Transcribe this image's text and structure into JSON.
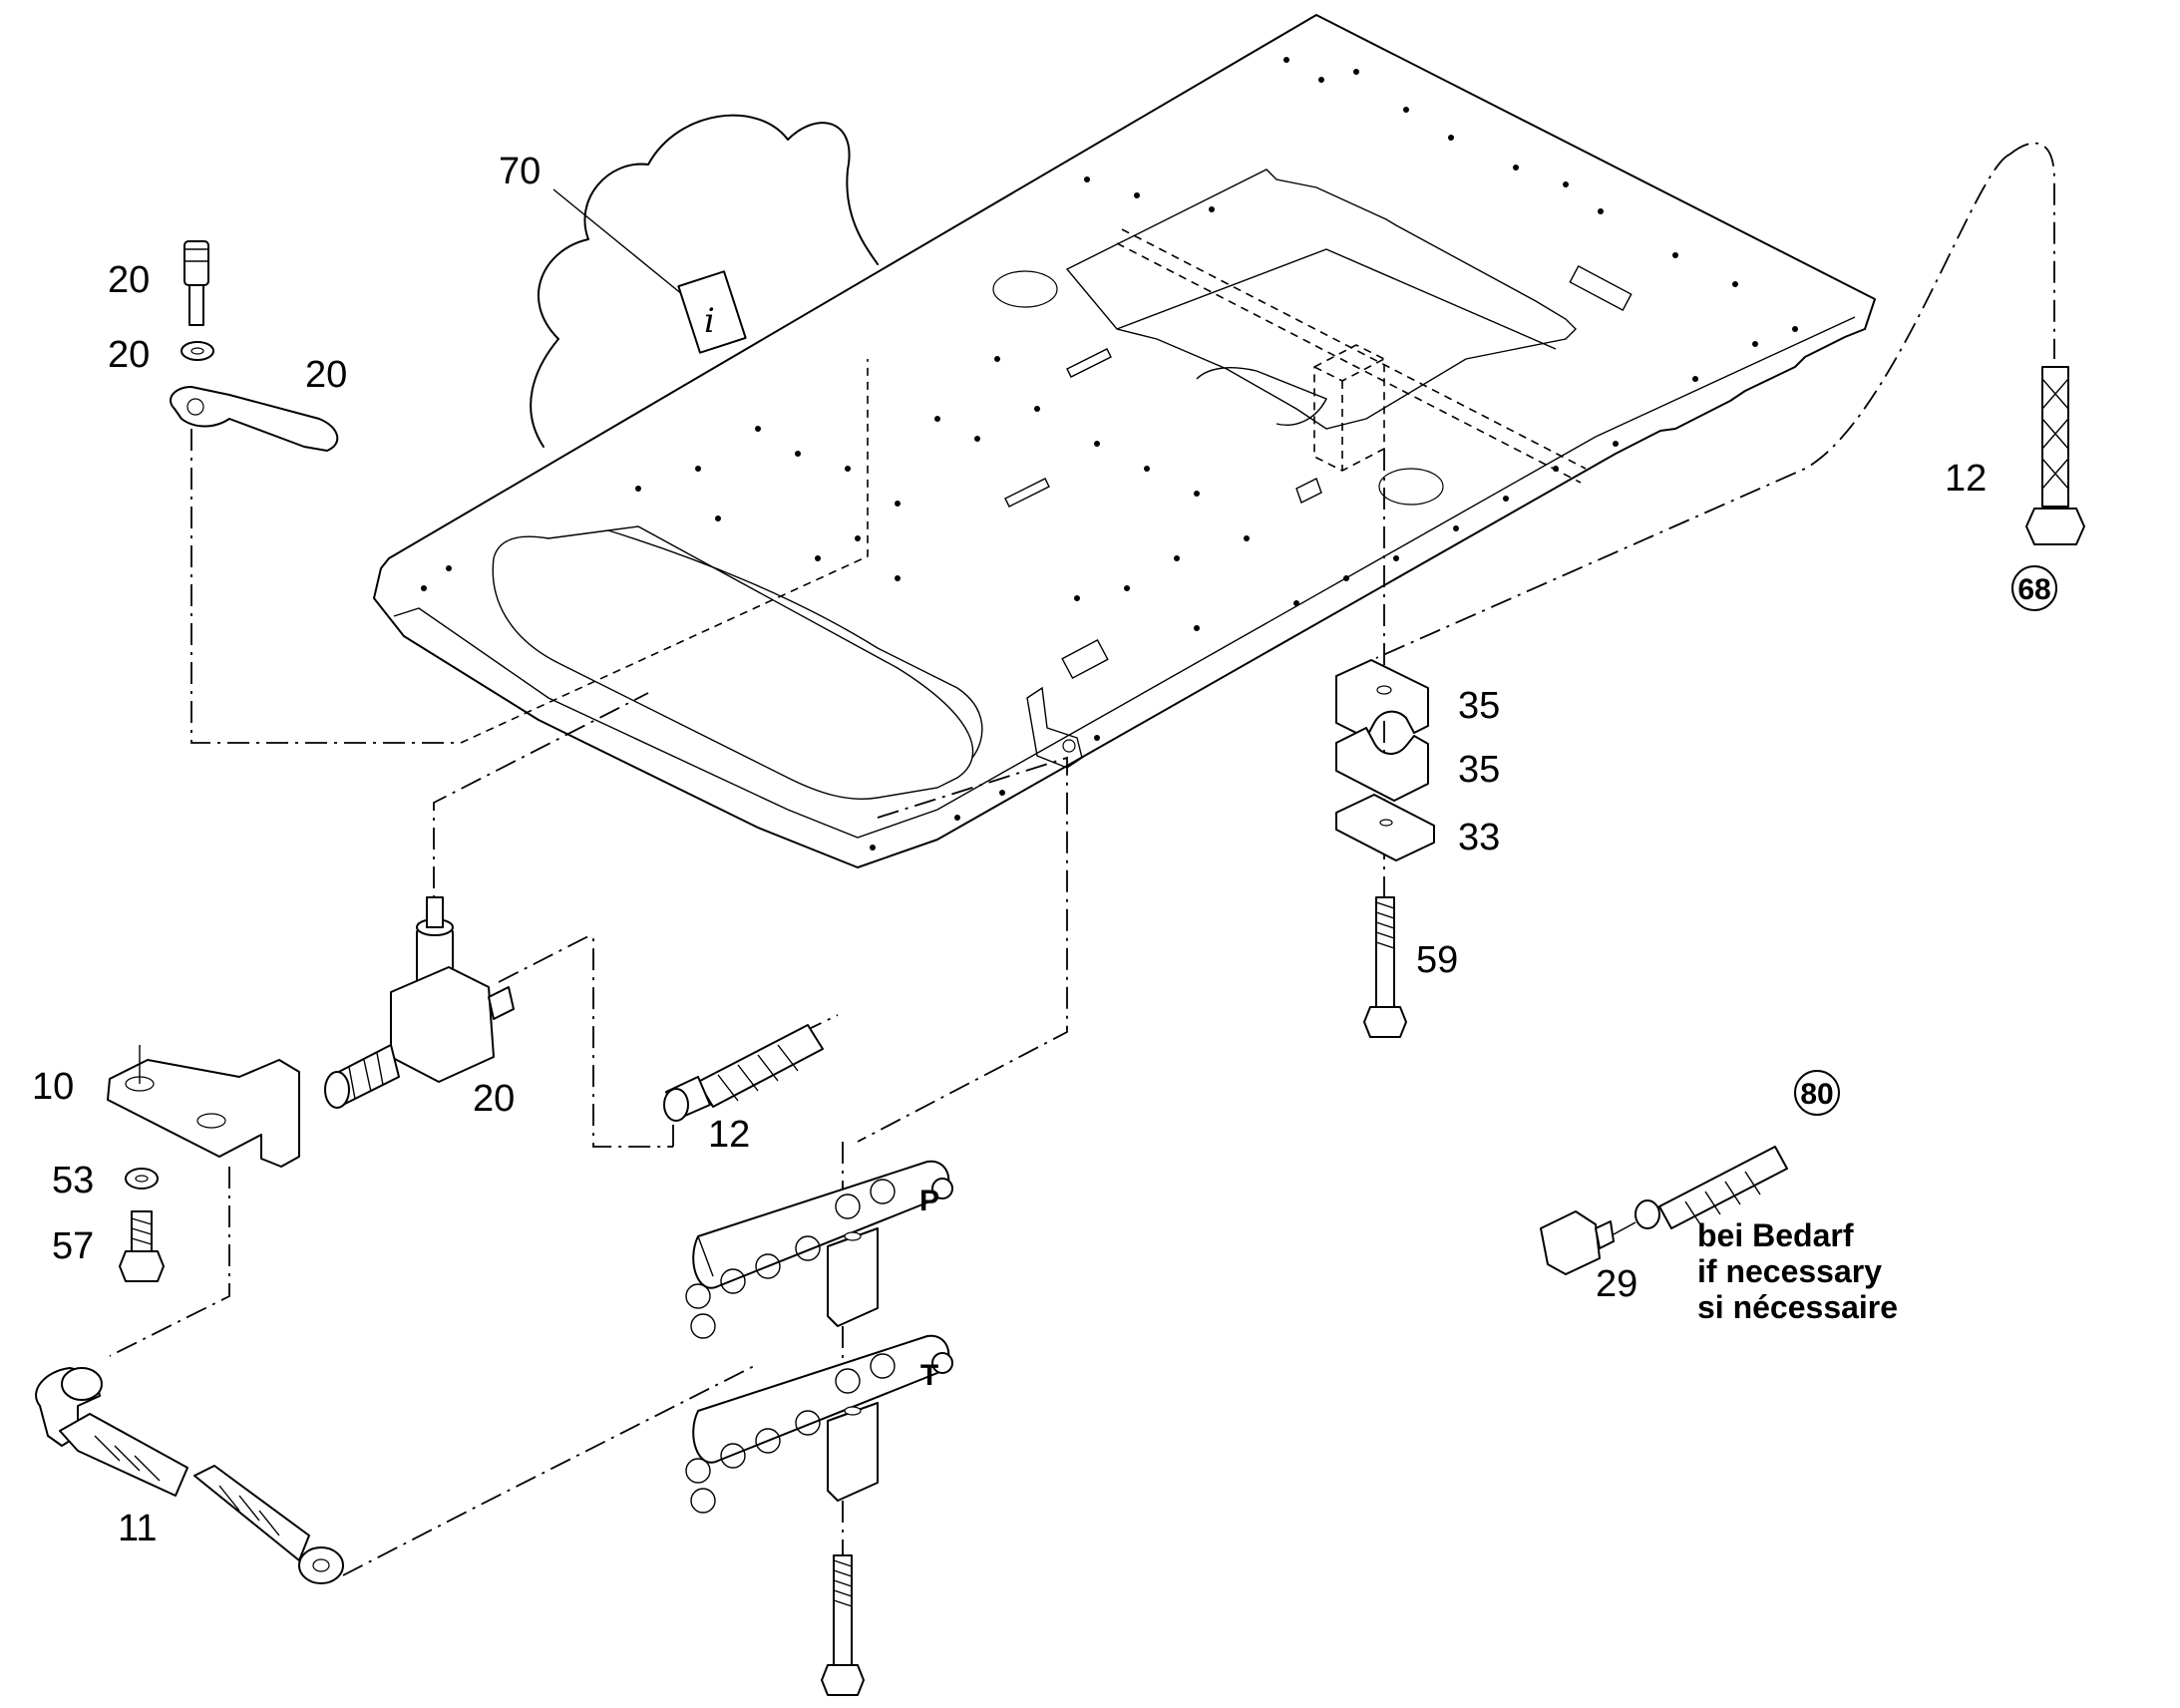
{
  "callouts": {
    "c70": "70",
    "c20_screw": "20",
    "c20_washer": "20",
    "c20_lever": "20",
    "c12_right": "12",
    "c68": "68",
    "c35_upper": "35",
    "c35_lower": "35",
    "c33": "33",
    "c59": "59",
    "c10": "10",
    "c20_valve": "20",
    "c12_hose": "12",
    "c53": "53",
    "c57": "57",
    "c80": "80",
    "c29": "29",
    "c11": "11"
  },
  "block_labels": {
    "pressure": "P",
    "tank": "T"
  },
  "note": {
    "de": "bei Bedarf",
    "en": "if necessary",
    "fr": "si nécessaire"
  }
}
